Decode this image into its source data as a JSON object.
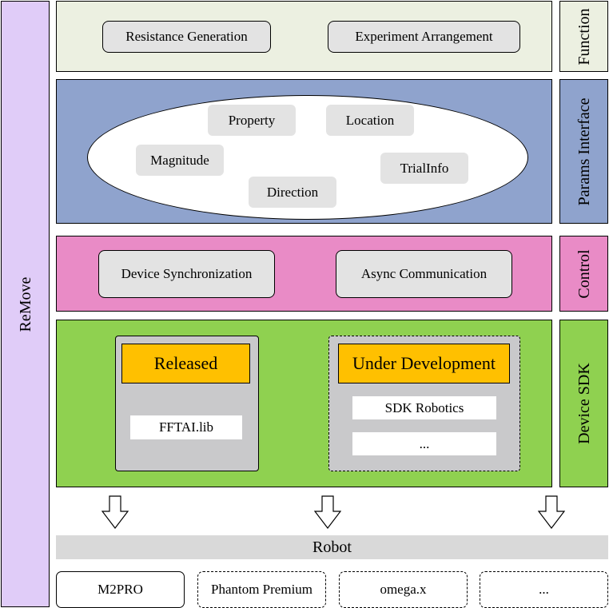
{
  "framework": {
    "name": "ReMove"
  },
  "layers": {
    "function": {
      "label": "Function",
      "items": [
        "Resistance Generation",
        "Experiment Arrangement"
      ]
    },
    "params": {
      "label": "Params Interface",
      "items": [
        "Property",
        "Location",
        "Magnitude",
        "TrialInfo",
        "Direction"
      ]
    },
    "control": {
      "label": "Control",
      "items": [
        "Device Synchronization",
        "Async Communication"
      ]
    },
    "sdk": {
      "label": "Device SDK",
      "released": {
        "title": "Released",
        "libs": [
          "FFTAI.lib"
        ]
      },
      "under_development": {
        "title": "Under Development",
        "libs": [
          "SDK Robotics",
          "..."
        ]
      }
    }
  },
  "robot": {
    "label": "Robot",
    "devices": [
      {
        "name": "M2PRO",
        "status": "solid"
      },
      {
        "name": "Phantom Premium",
        "status": "dashed"
      },
      {
        "name": "omega.x",
        "status": "dashed"
      },
      {
        "name": "...",
        "status": "dashed"
      }
    ]
  },
  "colors": {
    "remove": "#e0ccf8",
    "function": "#ecf0e1",
    "params": "#8fa3cd",
    "control": "#e98bc6",
    "sdk": "#8fd150",
    "status": "#ffc000",
    "panel": "#c9c9cb",
    "robot_bar": "#d9d9d9"
  }
}
